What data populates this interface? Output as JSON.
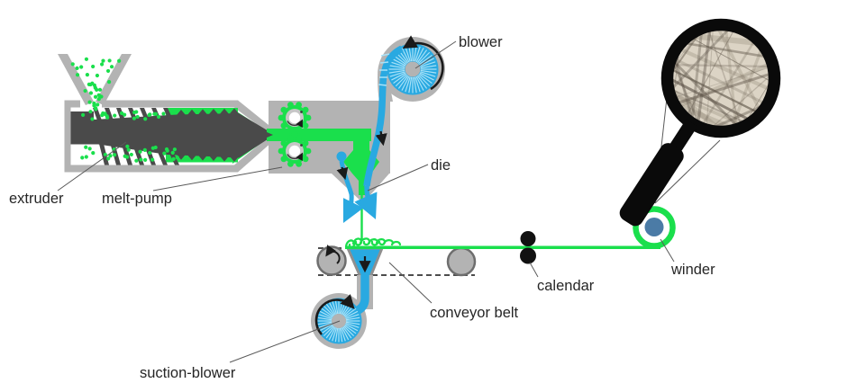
{
  "diagram": {
    "labels": {
      "extruder": "extruder",
      "melt_pump": "melt-pump",
      "blower": "blower",
      "die": "die",
      "conveyor_belt": "conveyor belt",
      "suction_blower": "suction-blower",
      "calendar": "calendar",
      "winder": "winder"
    },
    "colors": {
      "polymer_green": "#1ADF4C",
      "air_blue": "#29A9E1",
      "machine_gray": "#B3B3B3",
      "machine_gray_light": "#C6C6C6",
      "screw_dark": "#4A4A4A",
      "roller_edge": "#6E6E6E",
      "winder_core_blue": "#4B7BA6",
      "calendar_black": "#111111",
      "magnifier_black": "#0A0A0A",
      "fabric_beige": "#DCD4C5",
      "leader_gray": "#595959",
      "arrow_black": "#1A1A1A"
    }
  }
}
